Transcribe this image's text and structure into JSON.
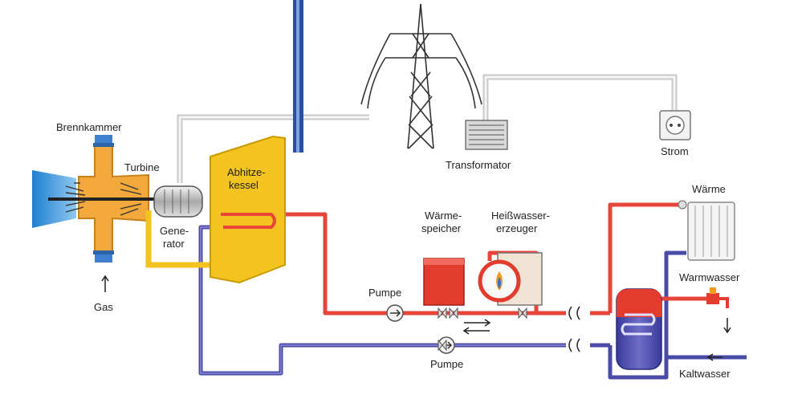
{
  "labels": {
    "brennkammer": "Brennkammer",
    "turbine": "Turbine",
    "generator_1": "Gene-",
    "generator_2": "rator",
    "gas": "Gas",
    "abhitze_1": "Abhitze-",
    "abhitze_2": "kessel",
    "transformator": "Transformator",
    "strom": "Strom",
    "waerme": "Wärme",
    "waermespeicher_1": "Wärme-",
    "waermespeicher_2": "speicher",
    "heisswasser_1": "Heißwasser-",
    "heisswasser_2": "erzeuger",
    "pumpe_top": "Pumpe",
    "pumpe_bottom": "Pumpe",
    "warmwasser": "Warmwasser",
    "kaltwasser": "Kaltwasser"
  },
  "colors": {
    "hot_pipe": "#e8453a",
    "cold_pipe": "#4a4aa8",
    "boiler_yellow": "#f3c31f",
    "turbine_orange": "#f2a83a",
    "gas_blue": "#2f8fd8",
    "cable_grey": "#d7d7d7",
    "chimney_blue": "#3a5fb5"
  }
}
